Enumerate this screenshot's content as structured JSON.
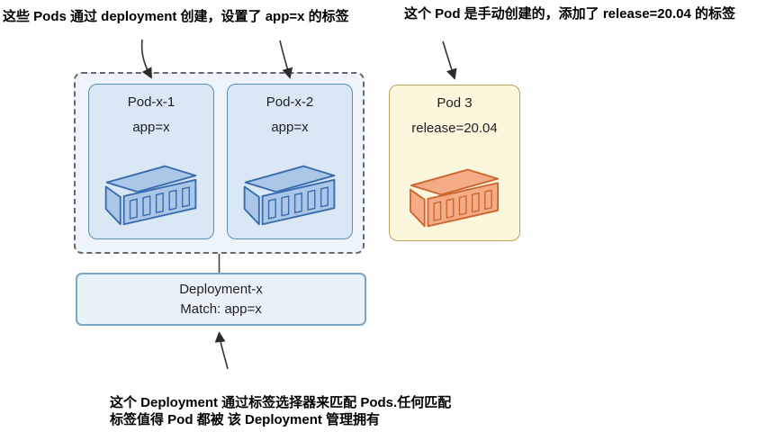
{
  "annotations": {
    "top_left": "这些 Pods 通过 deployment 创建，设置了 app=x 的标签",
    "top_right": "这个 Pod 是手动创建的，添加了 release=20.04 的标签",
    "bottom_line1": "这个 Deployment 通过标签选择器来匹配 Pods.任何匹配",
    "bottom_line2": "标签值得 Pod 都被 该 Deployment 管理拥有"
  },
  "pods": [
    {
      "name": "Pod-x-1",
      "label": "app=x",
      "color": "blue"
    },
    {
      "name": "Pod-x-2",
      "label": "app=x",
      "color": "blue"
    },
    {
      "name": "Pod 3",
      "label": "release=20.04",
      "color": "orange"
    }
  ],
  "deployment": {
    "name": "Deployment-x",
    "selector": "Match: app=x"
  },
  "icons": {
    "pod_icon": "container-icon"
  },
  "colors": {
    "group_fill": "#edf4fb",
    "group_border": "#686868",
    "pod_fill": "#dae8f5",
    "pod_border": "#5b8fba",
    "pod3_fill": "#fbf6dc",
    "pod3_border": "#bfa15f",
    "deployment_fill": "#eaf2f9",
    "deployment_border": "#79a5c6",
    "container_blue": "#aac7e8",
    "container_blue_border": "#3b6cb0",
    "container_orange": "#f3ac83",
    "container_orange_border": "#cd6530",
    "arrow": "#333333"
  }
}
